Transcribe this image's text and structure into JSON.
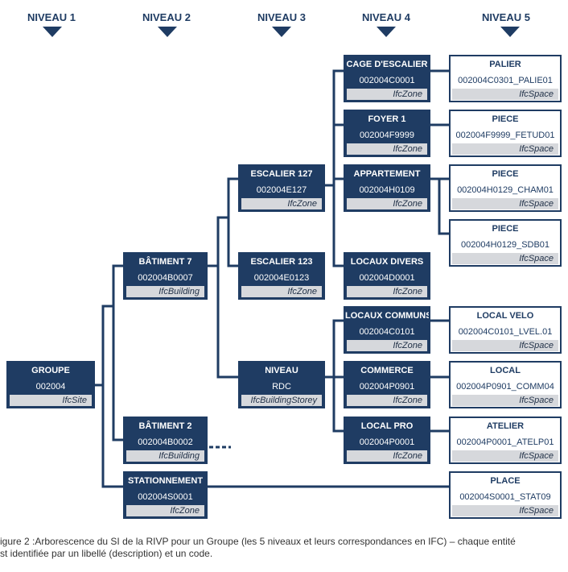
{
  "levels": [
    "NIVEAU 1",
    "NIVEAU 2",
    "NIVEAU 3",
    "NIVEAU 4",
    "NIVEAU 5"
  ],
  "nodes": {
    "groupe": {
      "name": "GROUPE",
      "code": "002004",
      "type": "IfcSite"
    },
    "batiment7": {
      "name": "BÂTIMENT 7",
      "code": "002004B0007",
      "type": "IfcBuilding"
    },
    "batiment2": {
      "name": "BÂTIMENT 2",
      "code": "002004B0002",
      "type": "IfcBuilding"
    },
    "stationnement": {
      "name": "STATIONNEMENT",
      "code": "002004S0001",
      "type": "IfcZone"
    },
    "escalier127": {
      "name": "ESCALIER 127",
      "code": "002004E127",
      "type": "IfcZone"
    },
    "escalier123": {
      "name": "ESCALIER 123",
      "code": "002004E0123",
      "type": "IfcZone"
    },
    "niveau": {
      "name": "NIVEAU",
      "code": "RDC",
      "type": "IfcBuildingStorey"
    },
    "cage": {
      "name": "CAGE D'ESCALIER",
      "code": "002004C0001",
      "type": "IfcZone"
    },
    "foyer": {
      "name": "FOYER 1",
      "code": "002004F9999",
      "type": "IfcZone"
    },
    "appartement": {
      "name": "APPARTEMENT",
      "code": "002004H0109",
      "type": "IfcZone"
    },
    "locauxdivers": {
      "name": "LOCAUX DIVERS",
      "code": "002004D0001",
      "type": "IfcZone"
    },
    "locauxcommuns": {
      "name": "LOCAUX COMMUNS",
      "code": "002004C0101",
      "type": "IfcZone"
    },
    "commerce": {
      "name": "COMMERCE",
      "code": "002004P0901",
      "type": "IfcZone"
    },
    "localpro": {
      "name": "LOCAL PRO",
      "code": "002004P0001",
      "type": "IfcZone"
    },
    "palier": {
      "name": "PALIER",
      "code": "002004C0301_PALIE01",
      "type": "IfcSpace"
    },
    "piece1": {
      "name": "PIECE",
      "code": "002004F9999_FETUD01",
      "type": "IfcSpace"
    },
    "piece2": {
      "name": "PIECE",
      "code": "002004H0129_CHAM01",
      "type": "IfcSpace"
    },
    "piece3": {
      "name": "PIECE",
      "code": "002004H0129_SDB01",
      "type": "IfcSpace"
    },
    "localvelo": {
      "name": "LOCAL VELO",
      "code": "002004C0101_LVEL.01",
      "type": "IfcSpace"
    },
    "local": {
      "name": "LOCAL",
      "code": "002004P0901_COMM04",
      "type": "IfcSpace"
    },
    "atelier": {
      "name": "ATELIER",
      "code": "002004P0001_ATELP01",
      "type": "IfcSpace"
    },
    "place": {
      "name": "PLACE",
      "code": "002004S0001_STAT09",
      "type": "IfcSpace"
    }
  },
  "caption": "igure 2 :Arborescence du SI de la RIVP pour un Groupe (les 5 niveaux et leurs correspondances en IFC) – chaque entité\nst identifiée par un libellé (description) et un code.",
  "colors": {
    "dark_box": "#1f3c63",
    "type_strip": "#d6d8dc",
    "text_light": "#ffffff"
  }
}
